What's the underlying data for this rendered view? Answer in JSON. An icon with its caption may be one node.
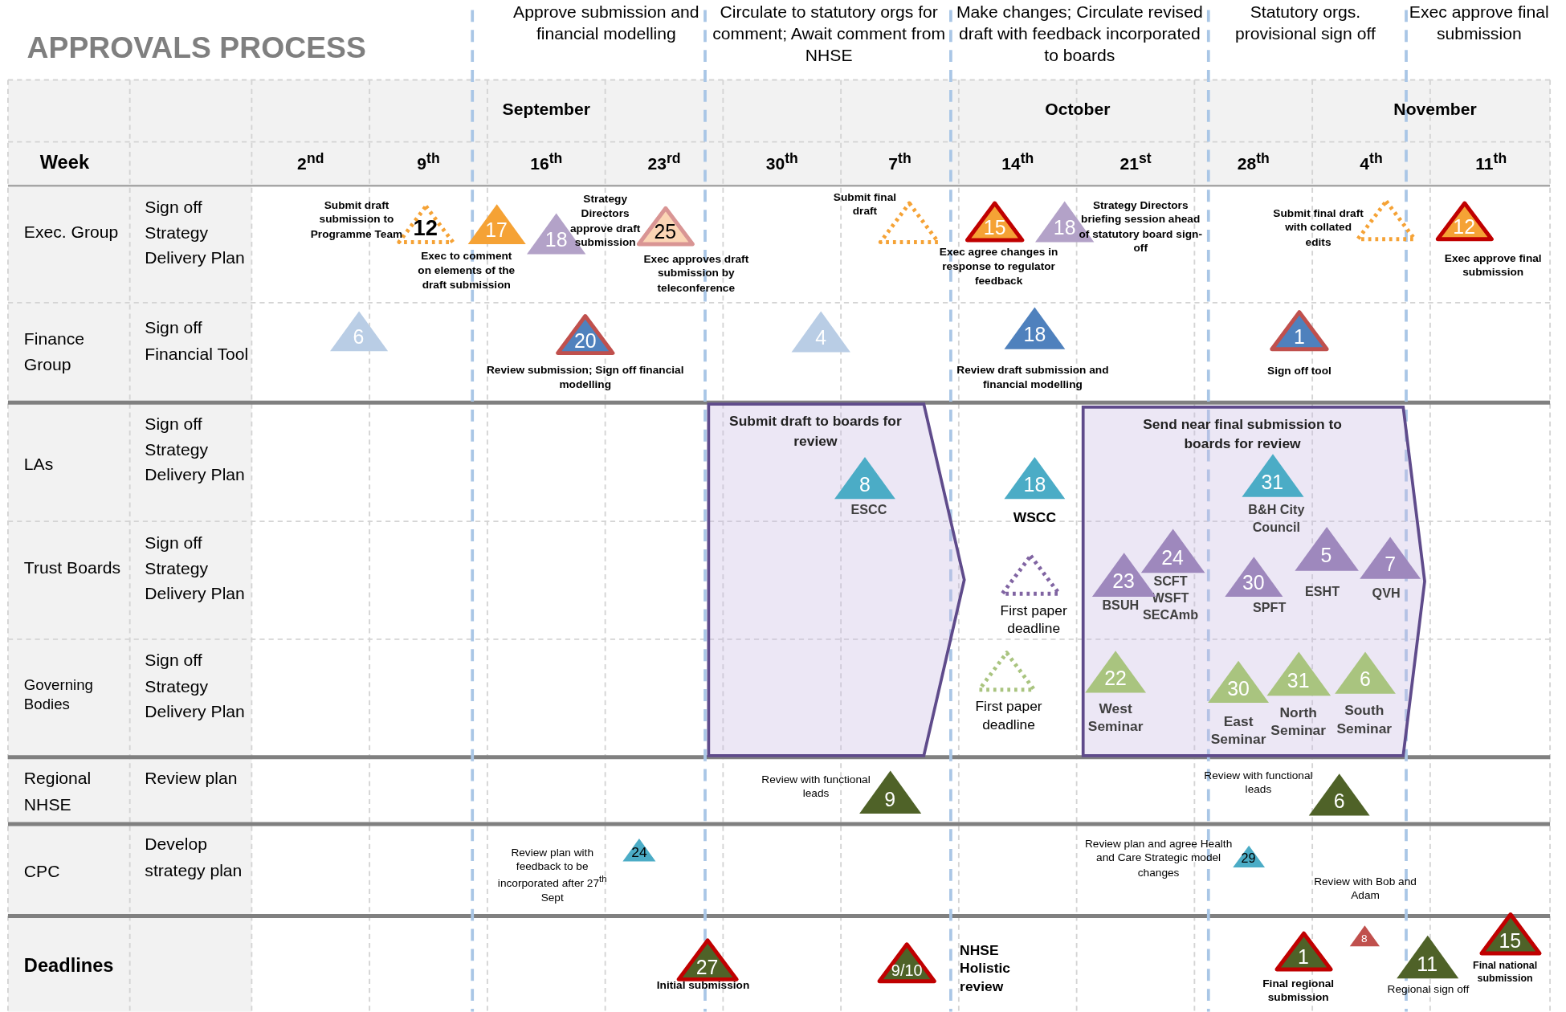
{
  "diagram": {
    "title": "APPROVALS PROCESS",
    "nodes": [
      {
        "text": [
          "12"
        ],
        "beside": [
          "Submit draft submission to Programme Team"
        ]
      },
      {
        "text": [
          "17"
        ],
        "beside": [
          "Exec to comment on elements of the draft submission"
        ]
      },
      {
        "text": [
          "18"
        ],
        "beside": [
          "Strategy Directors approve draft submission"
        ]
      },
      {
        "text": [
          "25"
        ],
        "beside": [
          "Exec approves draft submission by teleconference"
        ]
      },
      {
        "text": [],
        "shape": "triangle",
        "beside": [
          "Submit final draft"
        ]
      },
      {
        "text": [
          "15"
        ],
        "beside": [
          "Exec agree changes in response to regulator feedback"
        ]
      },
      {
        "text": [
          "18"
        ],
        "beside": [
          "Strategy Directors briefing session ahead of statutory board sign-off"
        ]
      },
      {
        "text": [],
        "shape": "triangle",
        "beside": [
          "Submit final draft with collated edits"
        ]
      },
      {
        "text": [
          "12"
        ],
        "beside": [
          "Exec approve final submission"
        ]
      },
      {
        "text": [
          "6"
        ]
      },
      {
        "text": [
          "20"
        ],
        "beside": [
          "Review submission; Sign off financial modelling"
        ]
      },
      {
        "text": [
          "4"
        ]
      },
      {
        "text": [
          "18"
        ],
        "beside": [
          "Review draft submission and financial modelling"
        ]
      },
      {
        "text": [
          "1"
        ],
        "beside": [
          "Sign off tool"
        ]
      },
      {
        "text": [
          "Submit draft to boards for review"
        ]
      },
      {
        "text": [
          "8"
        ],
        "in": 14,
        "beside": [
          "ESCC"
        ]
      },
      {
        "text": [
          "18"
        ],
        "beside": [
          "WSCC"
        ]
      },
      {
        "text": [
          "Send near final submission to boards for review"
        ]
      },
      {
        "text": [
          "31"
        ],
        "in": 17,
        "beside": [
          "B&H City Council"
        ]
      },
      {
        "text": [
          "24"
        ],
        "in": 17,
        "beside": [
          "SCFT WSFT SECAmb"
        ]
      },
      {
        "text": [
          "23"
        ],
        "in": 17,
        "beside": [
          "BSUH"
        ]
      },
      {
        "text": [
          "30"
        ],
        "in": 17,
        "beside": [
          "SPFT"
        ]
      },
      {
        "text": [
          "5"
        ],
        "in": 17,
        "beside": [
          "ESHT"
        ]
      },
      {
        "text": [
          "7"
        ],
        "in": 17,
        "beside": [
          "QVH"
        ]
      },
      {
        "text": [],
        "shape": "triangle",
        "beside": [
          "First paper deadline"
        ]
      },
      {
        "text": [],
        "shape": "triangle",
        "beside": [
          "First paper deadline"
        ]
      },
      {
        "text": [
          "22"
        ],
        "in": 17,
        "beside": [
          "West Seminar"
        ]
      },
      {
        "text": [
          "30"
        ],
        "in": 17,
        "beside": [
          "East Seminar"
        ]
      },
      {
        "text": [
          "31"
        ],
        "in": 17,
        "beside": [
          "North Seminar"
        ]
      },
      {
        "text": [
          "6"
        ],
        "in": 17,
        "beside": [
          "South Seminar"
        ]
      },
      {
        "text": [
          "9"
        ],
        "beside": [
          "Review with functional leads"
        ]
      },
      {
        "text": [
          "6"
        ],
        "beside": [
          "Review with functional leads"
        ]
      },
      {
        "text": [
          "24"
        ],
        "beside": [
          "Review plan with feedback to be incorporated after 27$^{th}$ Sept"
        ]
      },
      {
        "text": [
          "29"
        ],
        "beside": [
          "Review plan and agree Health and Care Strategic model changes"
        ]
      },
      {
        "text": [
          "8"
        ],
        "beside": [
          "Review with Bob and Adam"
        ]
      },
      {
        "text": [
          "27"
        ],
        "beside": [
          "Initial submission"
        ]
      },
      {
        "text": [
          "9/10"
        ],
        "beside": [
          "NHSE Holistic review"
        ]
      },
      {
        "text": [
          "1"
        ],
        "beside": [
          "Final regional submission"
        ]
      },
      {
        "text": [
          "11"
        ],
        "beside": [
          "Regional sign off"
        ]
      },
      {
        "text": [
          "15"
        ],
        "beside": [
          "Final national submission"
        ]
      }
    ],
    "labels": [
      "Approve submission and financial modelling",
      "Circulate to statutory orgs for comment; Await comment from NHSE",
      "Make changes; Circulate revised draft with feedback incorporated to boards",
      "Statutory orgs. provisional sign off",
      "Exec approve final submission",
      "September",
      "October",
      "November",
      "Week",
      "2$^{nd}$",
      "9$^{th}$",
      "16$^{th}$",
      "23$^{rd}$",
      "30$^{th}$",
      "7$^{th}$",
      "14$^{th}$",
      "21$^{st}$",
      "28$^{th}$",
      "4$^{th}$",
      "11$^{th}$",
      "Exec. Group",
      "Sign off Strategy Delivery Plan",
      "Finance Group",
      "Sign off Financial Tool",
      "LAs",
      "Sign off Strategy Delivery Plan",
      "Trust Boards",
      "Sign off Strategy Delivery Plan",
      "Governing Bodies",
      "Sign off Strategy Delivery Plan",
      "Regional NHSE",
      "Review plan",
      "CPC",
      "Develop strategy plan",
      "Deadlines"
    ]
  }
}
